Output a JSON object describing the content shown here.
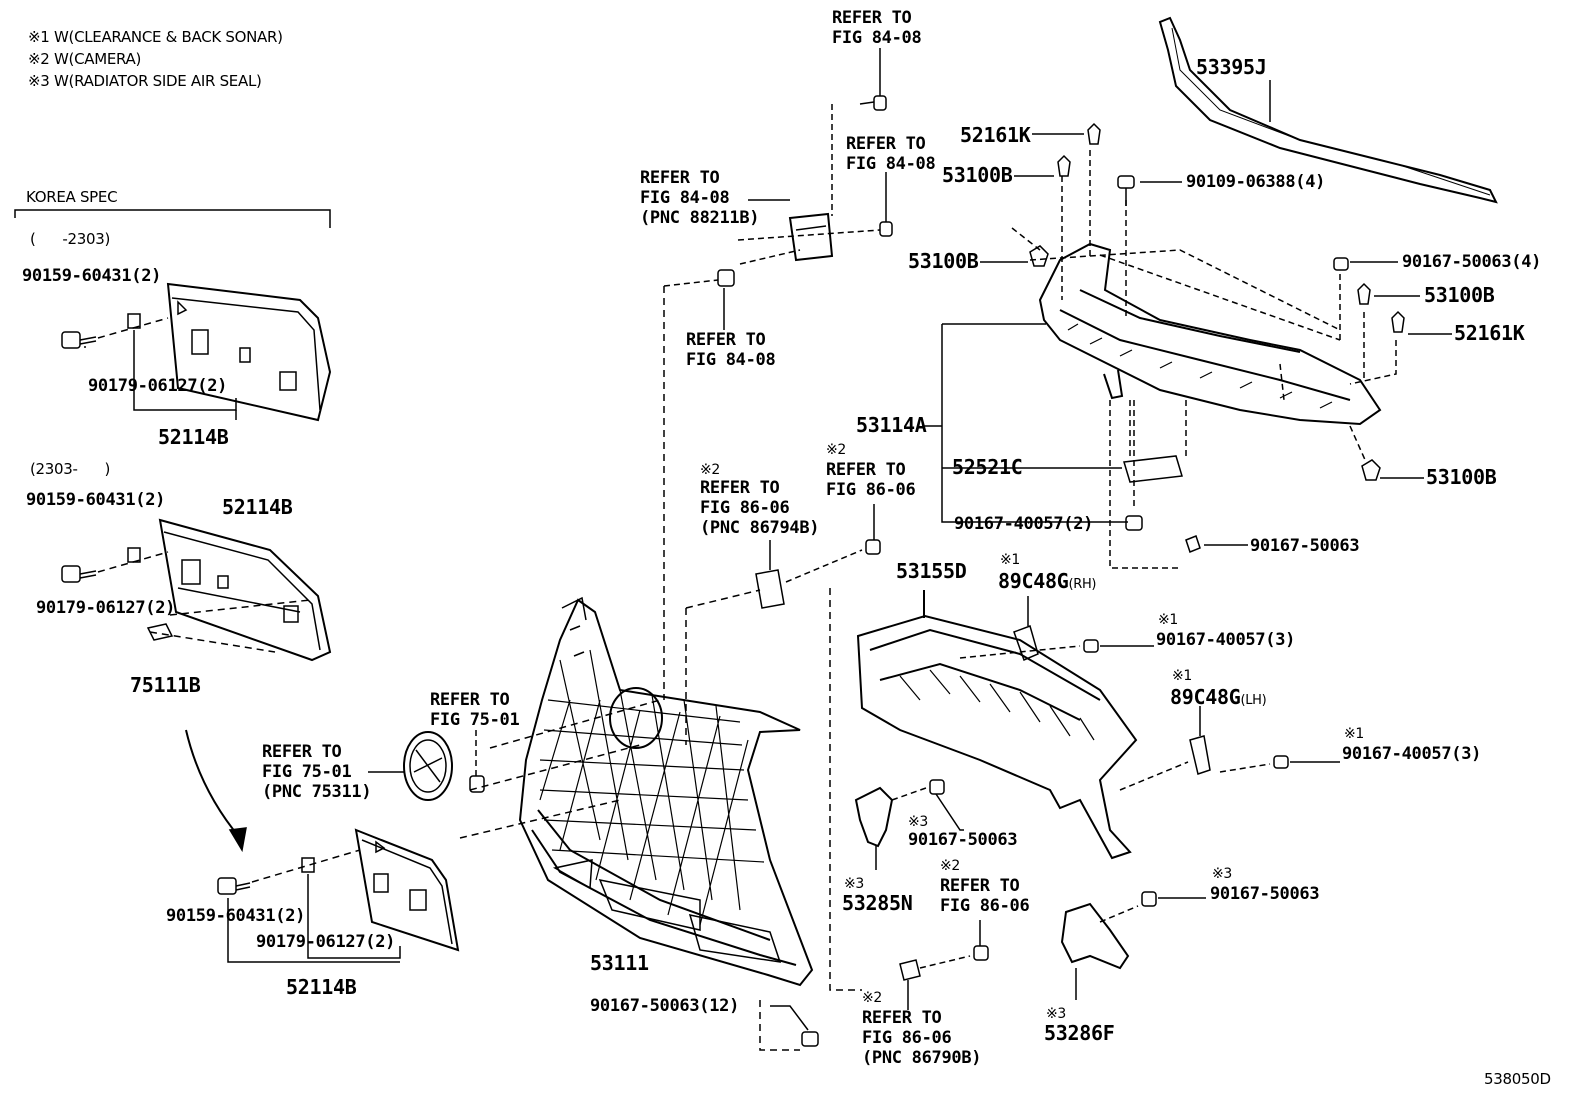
{
  "notes": [
    "※1 W(CLEARANCE & BACK SONAR)",
    "※2 W(CAMERA)",
    "※3 W(RADIATOR SIDE AIR SEAL)"
  ],
  "korea_spec": "KOREA SPEC",
  "range_1": "(      -2303)",
  "range_2": "(2303-      )",
  "figure_id": "538050D",
  "parts": {
    "p53395J": "53395J",
    "p52161K_a": "52161K",
    "p53100B_a": "53100B",
    "p90109_06388": "90109-06388(4)",
    "p53100B_b": "53100B",
    "p90167_50063_4": "90167-50063(4)",
    "p53100B_c": "53100B",
    "p52161K_b": "52161K",
    "p53114A": "53114A",
    "p52521C": "52521C",
    "p53100B_d": "53100B",
    "p90167_40057_2": "90167-40057(2)",
    "p90167_50063_a": "90167-50063",
    "p53155D": "53155D",
    "p89C48G_rh": "89C48G",
    "p89C48G_rh_side": "(RH)",
    "p90167_40057_3a": "90167-40057(3)",
    "p89C48G_lh": "89C48G",
    "p89C48G_lh_side": "(LH)",
    "p90167_40057_3b": "90167-40057(3)",
    "p90167_50063_b": "90167-50063",
    "p53285N": "53285N",
    "p90167_50063_c": "90167-50063",
    "p53286F": "53286F",
    "p53111": "53111",
    "p90167_50063_12": "90167-50063(12)",
    "p90159_60431_a": "90159-60431(2)",
    "p90179_06127_a": "90179-06127(2)",
    "p52114B_a": "52114B",
    "p90159_60431_b": "90159-60431(2)",
    "p52114B_b": "52114B",
    "p90179_06127_b": "90179-06127(2)",
    "p75111B": "75111B",
    "p90159_60431_c": "90159-60431(2)",
    "p90179_06127_c": "90179-06127(2)",
    "p52114B_c": "52114B"
  },
  "refs": {
    "r1": "REFER TO\nFIG 84-08",
    "r2": "REFER TO\nFIG 84-08",
    "r3": "REFER TO\nFIG 84-08\n(PNC 88211B)",
    "r4": "REFER TO\nFIG 84-08",
    "r5": "REFER TO\nFIG 86-06\n(PNC 86794B)",
    "r6": "REFER TO\nFIG 86-06",
    "r7": "REFER TO\nFIG 75-01",
    "r8": "REFER TO\nFIG 75-01\n(PNC 75311)",
    "r9": "REFER TO\nFIG 86-06",
    "r10": "REFER TO\nFIG 86-06\n(PNC 86790B)"
  },
  "marks": {
    "m1": "※1",
    "m2": "※1",
    "m3": "※1",
    "m4": "※1",
    "m5": "※2",
    "m6": "※2",
    "m7": "※2",
    "m8": "※2",
    "m9": "※3",
    "m10": "※3",
    "m11": "※3",
    "m12": "※3"
  }
}
